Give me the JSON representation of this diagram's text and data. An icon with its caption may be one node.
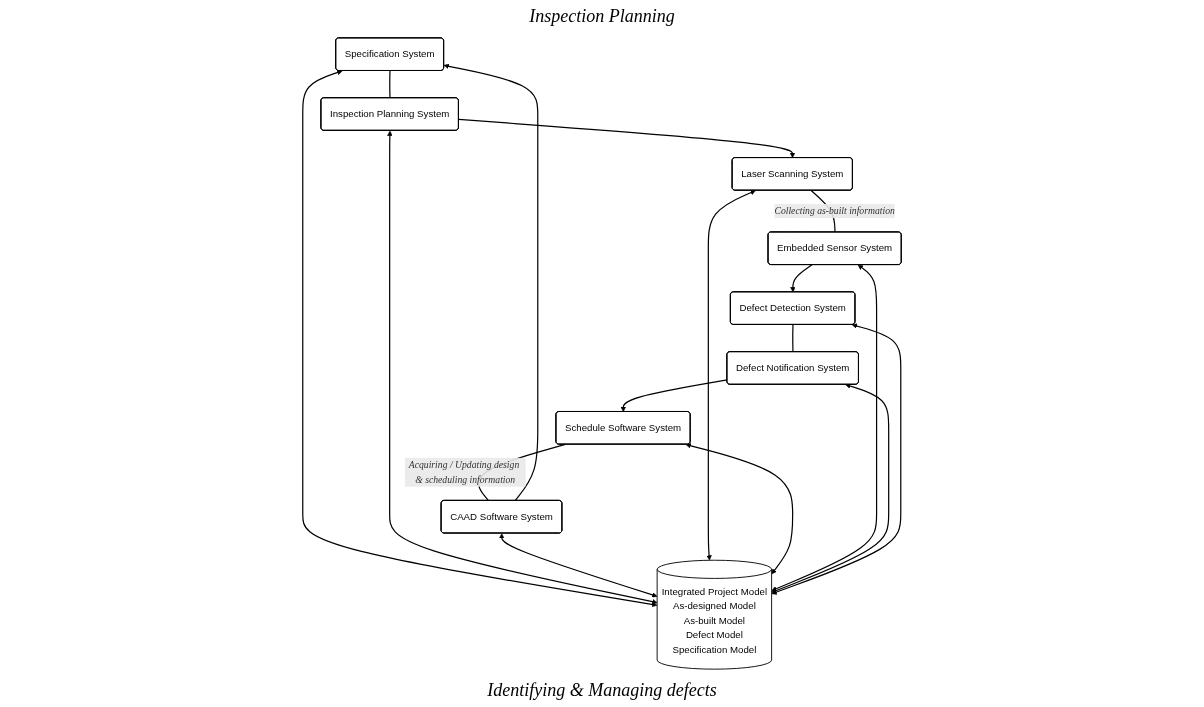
{
  "diagram": {
    "nodes": [
      {
        "text": [
          "Specification System"
        ]
      },
      {
        "text": [
          "Inspection Planning System"
        ]
      },
      {
        "text": [
          "Integrated Project Model",
          "As-designed Model",
          "As-built Model",
          "Defect Model",
          "Specification Model"
        ]
      },
      {
        "text": [
          "CAAD Software System"
        ]
      },
      {
        "text": [
          "Laser Scanning System"
        ]
      },
      {
        "text": [
          "Schedule Software System"
        ]
      },
      {
        "text": [
          "Embedded Sensor System"
        ]
      },
      {
        "text": [
          "Defect Notification System"
        ]
      },
      {
        "text": [
          "Defect Detection System"
        ]
      }
    ],
    "edges": [
      {
        "from": 0,
        "to": 1,
        "arrow": "none"
      },
      {
        "from": 1,
        "to": 4,
        "arrow": "to"
      },
      {
        "from": 4,
        "to": 6,
        "arrow": "none",
        "label": "Collecting as-built information"
      },
      {
        "from": 6,
        "to": 8,
        "arrow": "to"
      },
      {
        "from": 8,
        "to": 7,
        "arrow": "none"
      },
      {
        "from": 7,
        "to": 5,
        "arrow": "to"
      },
      {
        "from": 5,
        "to": 3,
        "arrow": "none",
        "label": "Acquiring / Updating design & scheduling information"
      },
      {
        "from": 3,
        "to": 0,
        "arrow": "to"
      },
      {
        "from": 0,
        "to": 2,
        "arrow": "both"
      },
      {
        "from": 1,
        "to": 2,
        "arrow": "both"
      },
      {
        "from": 3,
        "to": 2,
        "arrow": "both"
      },
      {
        "from": 4,
        "to": 2,
        "arrow": "both"
      },
      {
        "from": 5,
        "to": 2,
        "arrow": "both"
      },
      {
        "from": 6,
        "to": 2,
        "arrow": "both"
      },
      {
        "from": 7,
        "to": 2,
        "arrow": "both"
      },
      {
        "from": 8,
        "to": 2,
        "arrow": "both"
      }
    ],
    "labels": [
      "Inspection Planning",
      "Identifying & Managing defects"
    ]
  }
}
